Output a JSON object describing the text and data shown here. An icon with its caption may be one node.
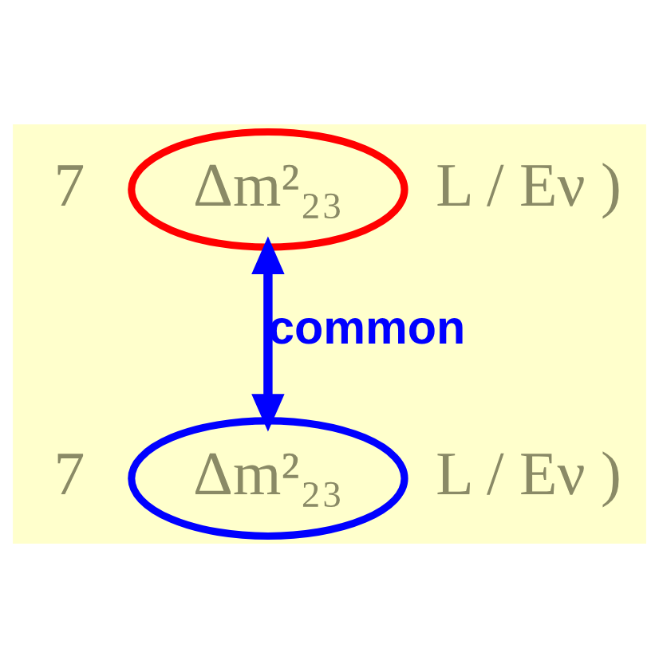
{
  "diagram": {
    "nodes": [
      {
        "text": [
          "Δm²₂₃"
        ],
        "beside": [
          "L / Eν )"
        ]
      },
      {
        "text": [
          "Δm²₂₃"
        ],
        "beside": [
          "L / Eν )"
        ]
      }
    ],
    "edges": [
      {
        "from": 0,
        "to": 1,
        "arrow": "both",
        "label": "common"
      }
    ],
    "labels": [
      "7",
      "7"
    ]
  }
}
